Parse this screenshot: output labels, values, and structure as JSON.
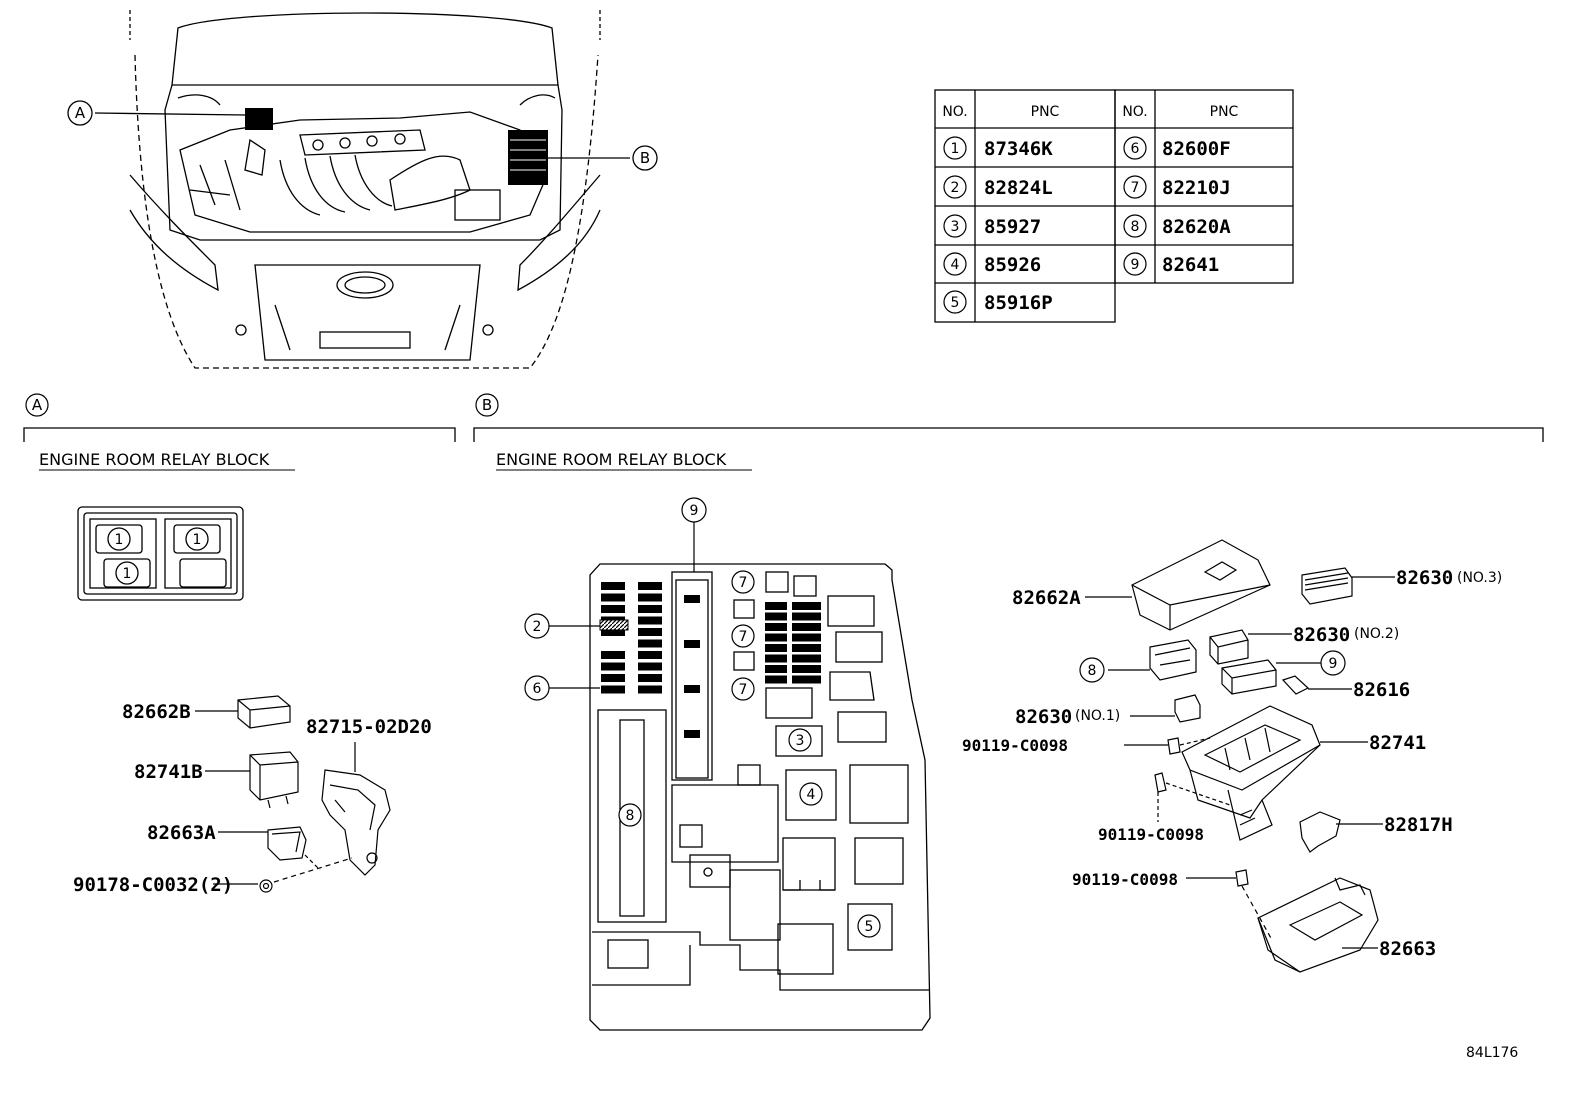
{
  "callouts": {
    "a": "A",
    "b": "B"
  },
  "sections": {
    "a_title": "ENGINE ROOM RELAY BLOCK",
    "b_title": "ENGINE ROOM RELAY BLOCK"
  },
  "table": {
    "header": {
      "no": "NO.",
      "pnc": "PNC"
    },
    "rows": [
      {
        "no": "1",
        "pnc": "87346K"
      },
      {
        "no": "2",
        "pnc": "82824L"
      },
      {
        "no": "3",
        "pnc": "85927"
      },
      {
        "no": "4",
        "pnc": "85926"
      },
      {
        "no": "5",
        "pnc": "85916P"
      },
      {
        "no": "6",
        "pnc": "82600F"
      },
      {
        "no": "7",
        "pnc": "82210J"
      },
      {
        "no": "8",
        "pnc": "82620A"
      },
      {
        "no": "9",
        "pnc": "82641"
      }
    ]
  },
  "relay_block_a": {
    "n1": "1",
    "n2": "1",
    "n3": "1"
  },
  "block_b_nums": {
    "n2": "2",
    "n3": "3",
    "n4": "4",
    "n5": "5",
    "n6": "6",
    "n7": "7",
    "n8": "8",
    "n9": "9"
  },
  "parts_a": {
    "p1": "82662B",
    "p2": "82715-02D20",
    "p3": "82741B",
    "p4": "82663A",
    "p5": "90178-C0032(2)"
  },
  "parts_b": {
    "p1": "82662A",
    "p2": "82630",
    "p2_suffix": "(NO.3)",
    "p3": "82630",
    "p3_suffix": "(NO.2)",
    "p4": "82616",
    "p5": "82630",
    "p5_suffix": "(NO.1)",
    "p6": "90119-C0098",
    "p7": "82741",
    "p8": "90119-C0098",
    "p9": "82817H",
    "p10": "90119-C0098",
    "p11": "82663",
    "c8": "8",
    "c9": "9"
  },
  "figure_code": "84L176"
}
